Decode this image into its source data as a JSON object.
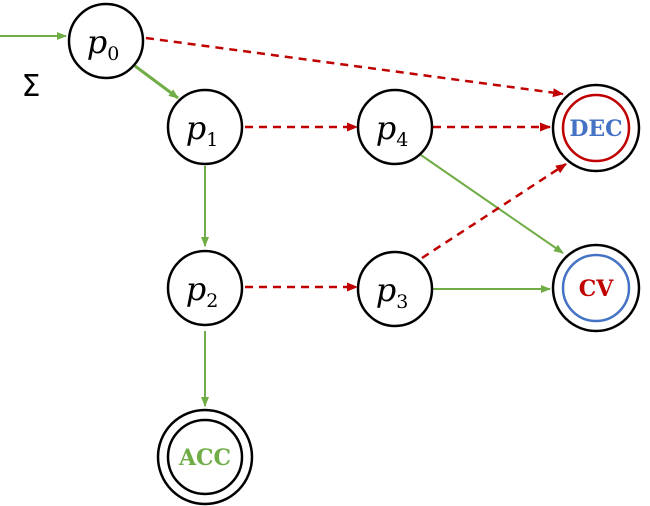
{
  "alphabet_label": "Σ",
  "colors": {
    "accept_transition": "#70AD47",
    "reject_transition": "#C00000",
    "dec": "#4472C4",
    "dec_ring": "#C00000",
    "cv": "#C00000",
    "cv_ring": "#4472C4",
    "acc": "#70AD47"
  },
  "states": [
    {
      "id": "p0",
      "base": "p",
      "sub": "0"
    },
    {
      "id": "p1",
      "base": "p",
      "sub": "1"
    },
    {
      "id": "p2",
      "base": "p",
      "sub": "2"
    },
    {
      "id": "p3",
      "base": "p",
      "sub": "3"
    },
    {
      "id": "p4",
      "base": "p",
      "sub": "4"
    }
  ],
  "final_states": {
    "dec": "DEC",
    "cv": "CV",
    "acc": "ACC"
  },
  "transitions": [
    {
      "from": "start",
      "to": "p0",
      "style": "solid",
      "color": "green"
    },
    {
      "from": "p0",
      "to": "p1",
      "style": "solid",
      "color": "green"
    },
    {
      "from": "p0",
      "to": "dec",
      "style": "dashed",
      "color": "red"
    },
    {
      "from": "p1",
      "to": "p4",
      "style": "dashed",
      "color": "red"
    },
    {
      "from": "p1",
      "to": "p2",
      "style": "solid",
      "color": "green"
    },
    {
      "from": "p4",
      "to": "dec",
      "style": "dashed",
      "color": "red"
    },
    {
      "from": "p4",
      "to": "cv",
      "style": "solid",
      "color": "green"
    },
    {
      "from": "p2",
      "to": "p3",
      "style": "dashed",
      "color": "red"
    },
    {
      "from": "p2",
      "to": "acc",
      "style": "solid",
      "color": "green"
    },
    {
      "from": "p3",
      "to": "dec",
      "style": "dashed",
      "color": "red"
    },
    {
      "from": "p3",
      "to": "cv",
      "style": "solid",
      "color": "green"
    }
  ]
}
